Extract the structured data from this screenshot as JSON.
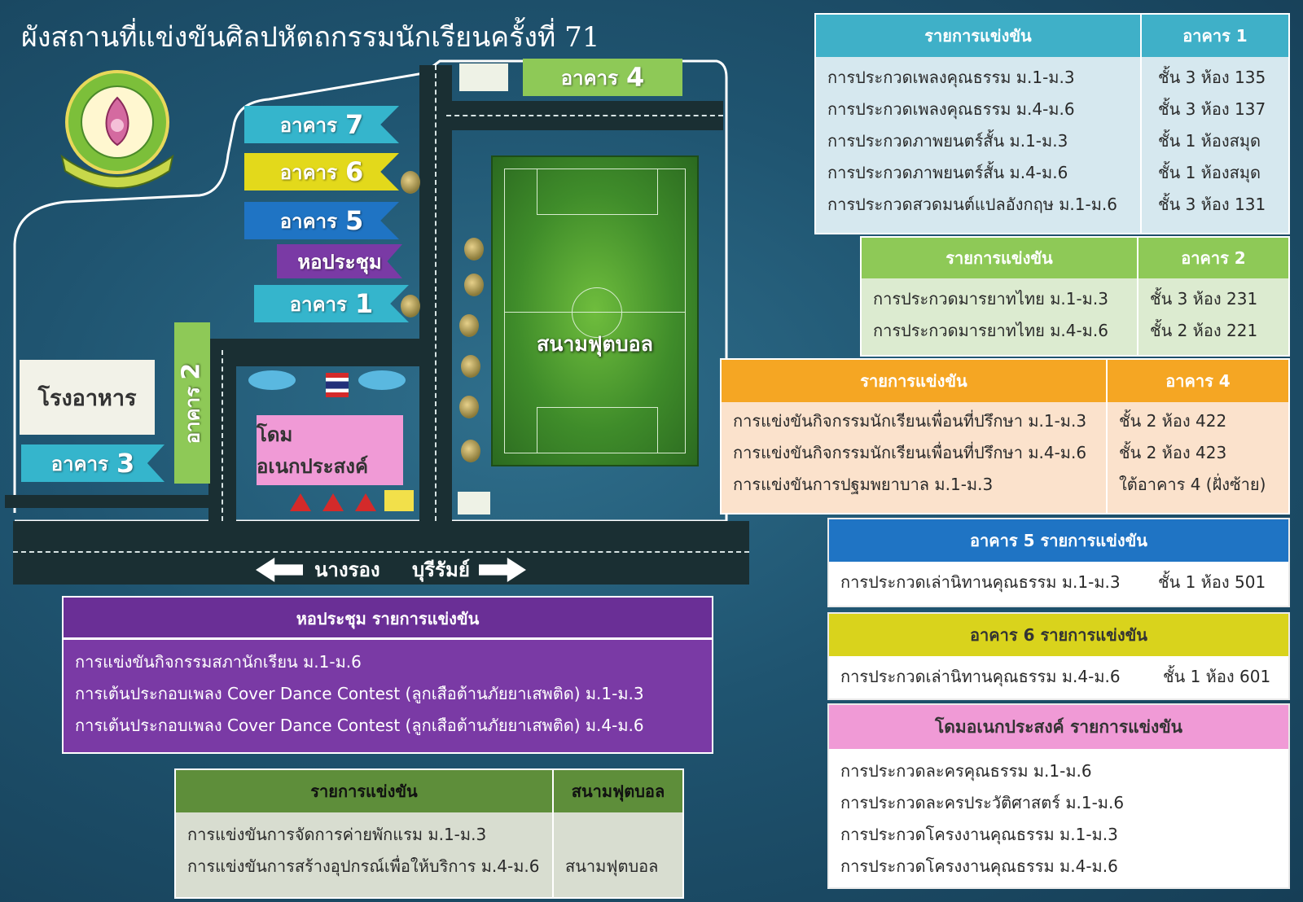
{
  "title": "ผังสถานที่แข่งขันศิลปหัตถกรรมนักเรียนครั้งที่ 71",
  "map": {
    "buildings": {
      "b7": {
        "label": "อาคาร",
        "num": "7",
        "color": "#35b5cc"
      },
      "b6": {
        "label": "อาคาร",
        "num": "6",
        "color": "#e3d91b"
      },
      "b5": {
        "label": "อาคาร",
        "num": "5",
        "color": "#1f74c4"
      },
      "hall": {
        "label": "หอประชุม",
        "color": "#7a3aa5"
      },
      "b1": {
        "label": "อาคาร",
        "num": "1",
        "color": "#35b5cc"
      },
      "b4": {
        "label": "อาคาร",
        "num": "4",
        "color": "#8ec957"
      },
      "b2": {
        "label": "อาคาร",
        "num": "2",
        "color": "#8ec957"
      },
      "b3": {
        "label": "อาคาร",
        "num": "3",
        "color": "#35b5cc"
      },
      "canteen": {
        "label": "โรงอาหาร",
        "color": "#f2f2e8"
      },
      "dome": {
        "label": "โดมอเนกประสงค์",
        "color": "#f09ad6"
      }
    },
    "field_label": "สนามฟุตบอล",
    "road_left": "นางรอง",
    "road_right": "บุรีรัมย์"
  },
  "tables": {
    "b1": {
      "header_event": "รายการแข่งขัน",
      "header_place": "อาคาร 1",
      "rows": [
        {
          "event": "การประกวดเพลงคุณธรรม ม.1-ม.3",
          "place": "ชั้น 3 ห้อง 135"
        },
        {
          "event": "การประกวดเพลงคุณธรรม ม.4-ม.6",
          "place": "ชั้น 3 ห้อง 137"
        },
        {
          "event": "การประกวดภาพยนตร์สั้น ม.1-ม.3",
          "place": "ชั้น 1 ห้องสมุด"
        },
        {
          "event": "การประกวดภาพยนตร์สั้น ม.4-ม.6",
          "place": "ชั้น 1 ห้องสมุด"
        },
        {
          "event": "การประกวดสวดมนต์แปลอังกฤษ ม.1-ม.6",
          "place": "ชั้น 3 ห้อง 131"
        }
      ]
    },
    "b2": {
      "header_event": "รายการแข่งขัน",
      "header_place": "อาคาร 2",
      "rows": [
        {
          "event": "การประกวดมารยาทไทย ม.1-ม.3",
          "place": "ชั้น 3 ห้อง 231"
        },
        {
          "event": "การประกวดมารยาทไทย ม.4-ม.6",
          "place": "ชั้น 2 ห้อง 221"
        }
      ]
    },
    "b4": {
      "header_event": "รายการแข่งขัน",
      "header_place": "อาคาร 4",
      "rows": [
        {
          "event": "การแข่งขันกิจกรรมนักเรียนเพื่อนที่ปรึกษา ม.1-ม.3",
          "place": "ชั้น 2 ห้อง 422"
        },
        {
          "event": "การแข่งขันกิจกรรมนักเรียนเพื่อนที่ปรึกษา ม.4-ม.6",
          "place": "ชั้น 2 ห้อง 423"
        },
        {
          "event": "การแข่งขันการปฐมพยาบาล ม.1-ม.3",
          "place": "ใต้อาคาร 4 (ฝั่งซ้าย)"
        }
      ]
    },
    "b5": {
      "header": "อาคาร 5 รายการแข่งขัน",
      "rows": [
        {
          "event": "การประกวดเล่านิทานคุณธรรม ม.1-ม.3",
          "place": "ชั้น 1 ห้อง 501"
        }
      ]
    },
    "b6": {
      "header": "อาคาร 6 รายการแข่งขัน",
      "rows": [
        {
          "event": "การประกวดเล่านิทานคุณธรรม ม.4-ม.6",
          "place": "ชั้น 1 ห้อง 601"
        }
      ]
    },
    "dome": {
      "header": "โดมอเนกประสงค์  รายการแข่งขัน",
      "rows": [
        "การประกวดละครคุณธรรม ม.1-ม.6",
        "การประกวดละครประวัติศาสตร์ ม.1-ม.6",
        "การประกวดโครงงานคุณธรรม ม.1-ม.3",
        "การประกวดโครงงานคุณธรรม ม.4-ม.6"
      ]
    },
    "hall": {
      "header": "หอประชุม    รายการแข่งขัน",
      "rows": [
        "การแข่งขันกิจกรรมสภานักเรียน ม.1-ม.6",
        "การเต้นประกอบเพลง Cover Dance Contest (ลูกเสือต้านภัยยาเสพติด) ม.1-ม.3",
        "การเต้นประกอบเพลง Cover Dance Contest (ลูกเสือต้านภัยยาเสพติด) ม.4-ม.6"
      ]
    },
    "field": {
      "header_event": "รายการแข่งขัน",
      "header_place": "สนามฟุตบอล",
      "rows": [
        "การแข่งขันการจัดการค่ายพักแรม ม.1-ม.3",
        "การแข่งขันการสร้างอุปกรณ์เพื่อให้บริการ ม.4-ม.6"
      ],
      "place": "สนามฟุตบอล"
    }
  }
}
